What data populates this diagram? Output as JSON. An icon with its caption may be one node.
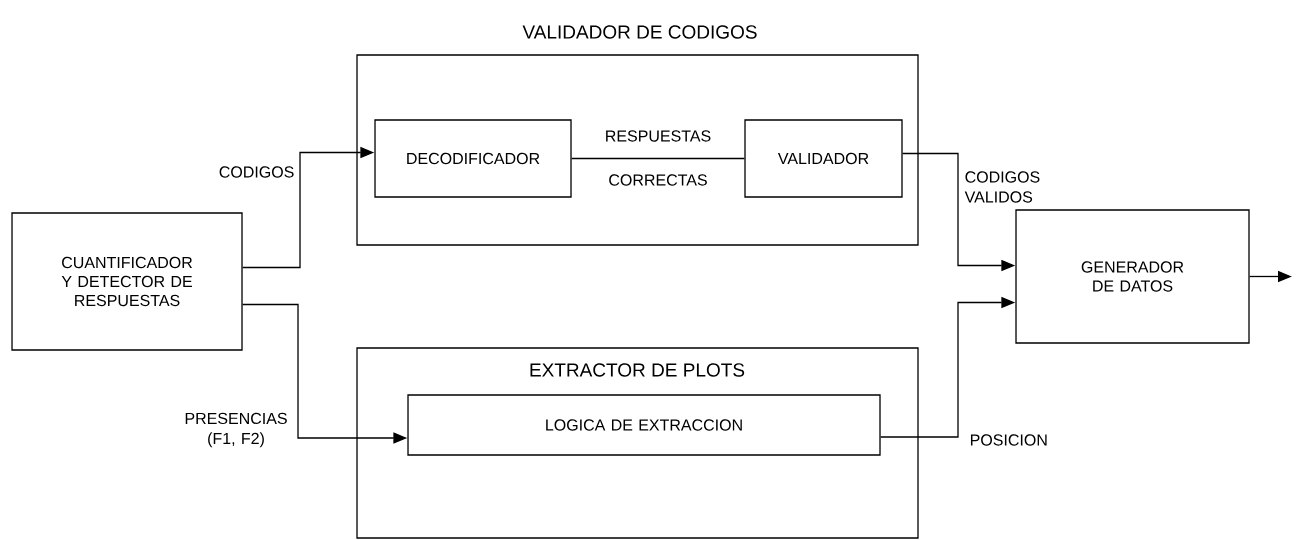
{
  "diagram": {
    "nodes": [
      {
        "text": [
          "CUANTIFICADOR Y DETECTOR DE RESPUESTAS"
        ]
      },
      {
        "text": [
          "VALIDADOR DE CODIGOS"
        ]
      },
      {
        "text": [
          "DECODIFICADOR"
        ],
        "in": 1
      },
      {
        "text": [
          "VALIDADOR"
        ],
        "in": 1
      },
      {
        "text": [
          "EXTRACTOR DE PLOTS"
        ]
      },
      {
        "text": [
          "LOGICA DE EXTRACCION"
        ],
        "in": 4
      },
      {
        "text": [
          "GENERADOR DE DATOS"
        ]
      }
    ],
    "edges": [
      {
        "from": 0,
        "to": 2,
        "arrow": "to",
        "label": "CODIGOS"
      },
      {
        "from": 2,
        "to": 3,
        "arrow": "none",
        "label": "RESPUESTAS CORRECTAS"
      },
      {
        "from": 3,
        "to": 6,
        "arrow": "to",
        "label": "CODIGOS VALIDOS"
      },
      {
        "from": 0,
        "to": 5,
        "arrow": "to",
        "label": "PRESENCIAS (F1, F2)"
      },
      {
        "from": 5,
        "to": 6,
        "arrow": "to",
        "label": "POSICION"
      },
      {
        "from": 6,
        "to": null,
        "arrow": "to"
      }
    ]
  }
}
